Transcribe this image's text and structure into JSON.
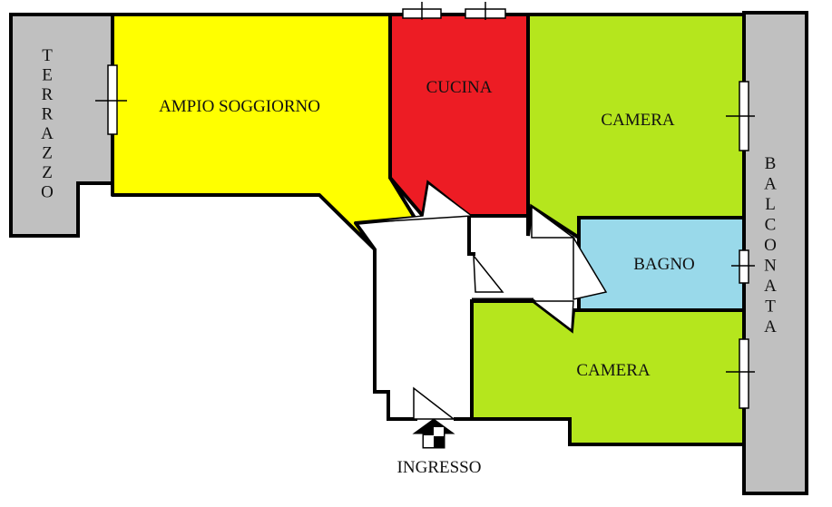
{
  "rooms": {
    "terrazzo": {
      "label": "TERRAZZO",
      "color": "#c0c0c0"
    },
    "soggiorno": {
      "label": "AMPIO SOGGIORNO",
      "color": "#ffff00"
    },
    "cucina": {
      "label": "CUCINA",
      "color": "#ed1c24"
    },
    "camera_top": {
      "label": "CAMERA",
      "color": "#b5e61d"
    },
    "bagno": {
      "label": "BAGNO",
      "color": "#99d9ea"
    },
    "camera_bottom": {
      "label": "CAMERA",
      "color": "#b5e61d"
    },
    "balconata": {
      "label": "BALCONATA",
      "color": "#c0c0c0"
    },
    "hall": {
      "color": "#ffffff"
    }
  },
  "entrance": {
    "label": "INGRESSO"
  },
  "colors": {
    "wall": "#000000"
  }
}
